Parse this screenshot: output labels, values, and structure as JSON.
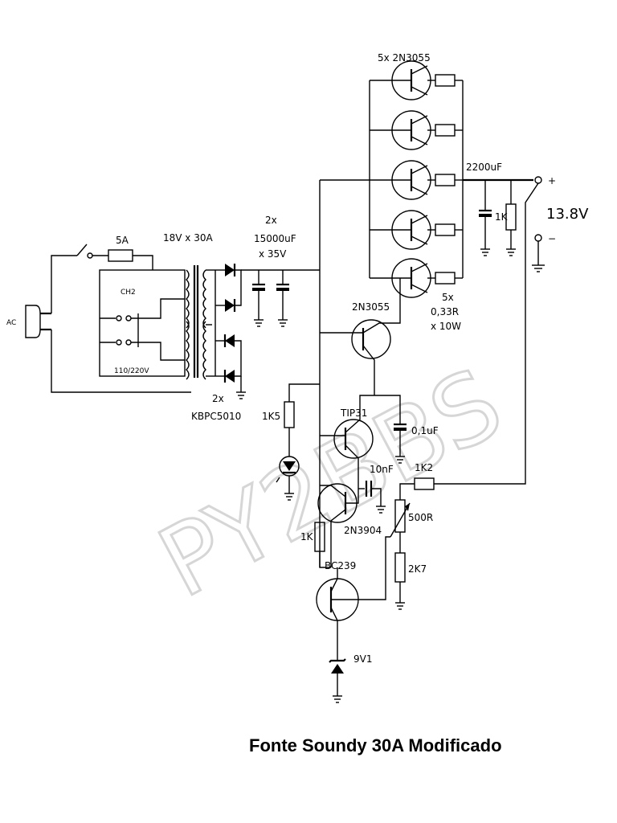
{
  "watermark": "PY2BBS",
  "title": "Fonte Soundy 30A Modificado",
  "input": {
    "ac_label": "AC",
    "fuse_label": "5A",
    "switch_label": "CH2",
    "switch_voltage": "110/220V",
    "transformer_label": "18V x 30A"
  },
  "rectifier": {
    "count": "2x",
    "part": "KBPC5010"
  },
  "filter_caps": {
    "count": "2x",
    "value": "15000uF",
    "voltage": "x 35V"
  },
  "pass_transistors": {
    "label": "5x 2N3055",
    "emitter_res_count": "5x",
    "emitter_res_value": "0,33R",
    "emitter_res_power": "x 10W"
  },
  "output": {
    "cap": "2200uF",
    "bleeder": "1K",
    "voltage": "13.8V",
    "plus": "+",
    "minus": "−"
  },
  "driver": {
    "t1": "2N3055",
    "t2": "TIP31",
    "t3": "2N3904",
    "t4": "BC239",
    "c_01": "0,1uF",
    "c_10n": "10nF",
    "r_1k5": "1K5",
    "r_1k": "1K",
    "r_1k2": "1K2",
    "r_500": "500R",
    "r_2k7": "2K7",
    "zener": "9V1"
  }
}
